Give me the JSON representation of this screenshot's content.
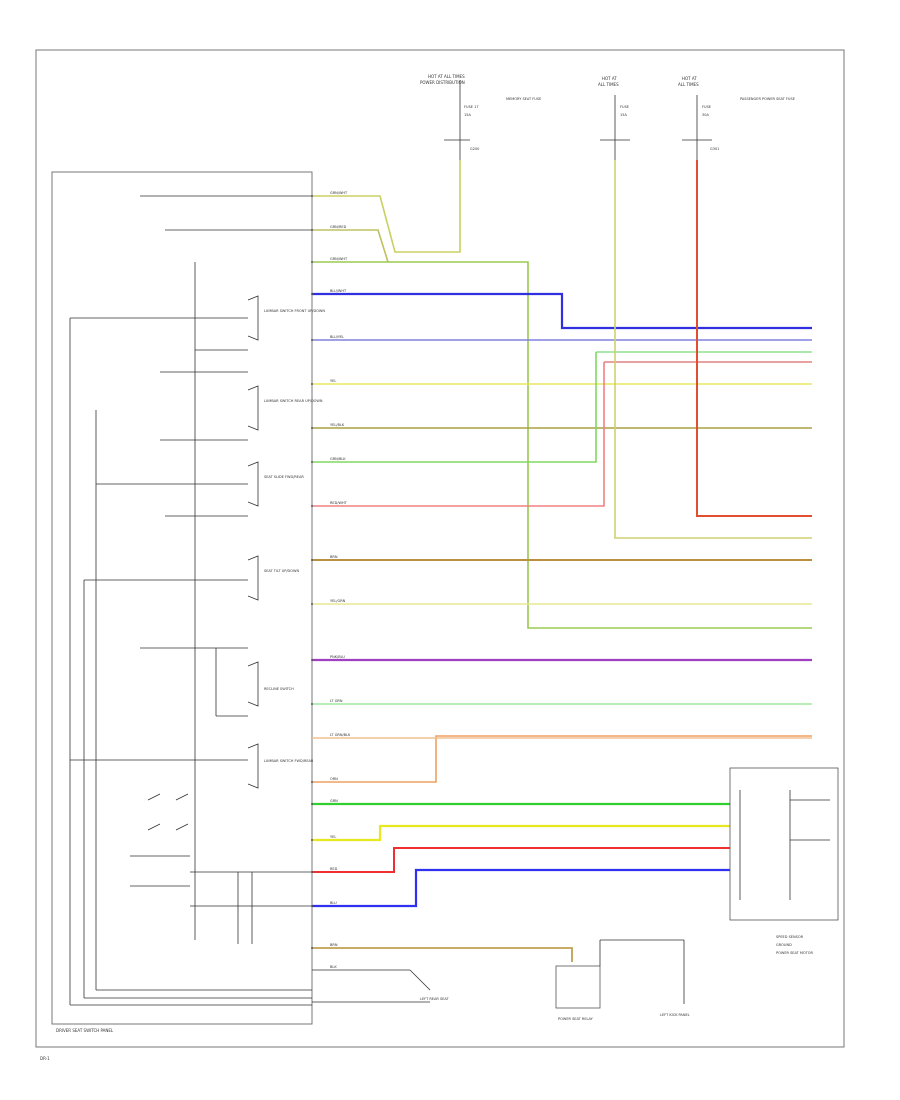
{
  "diagram": {
    "footer_label": "DRIVER SEAT SWITCH PANEL",
    "page_id": "DR-1",
    "fuse_left": {
      "title_line1": "HOT AT ALL TIMES",
      "title_line2": "POWER DISTRIBUTION",
      "fuse": "FUSE 17",
      "amp": "15A",
      "desc": "MEMORY SEAT FUSE"
    },
    "fuse_mid": {
      "title": "HOT AT",
      "sub": "ALL TIMES",
      "fuse": "FUSE",
      "amp": "15A"
    },
    "fuse_right": {
      "title": "HOT AT",
      "sub": "ALL TIMES",
      "fuse": "FUSE",
      "amp": "30A",
      "desc": "PASSENGER POWER SEAT FUSE"
    },
    "ground_left": "G200",
    "ground_right": "G301",
    "switch_labels": [
      "LUMBAR SWITCH FRONT UP/DOWN",
      "LUMBAR SWITCH REAR UP/DOWN",
      "SEAT SLIDE FWD/REAR",
      "SEAT TILT UP/DOWN",
      "RECLINE SWITCH",
      "LUMBAR SWITCH FWD/REAR"
    ],
    "wire_labels": [
      "GRN/WHT",
      "GRN/RED",
      "GRN/WHT",
      "BLU/WHT",
      "BLU/YEL",
      "YEL",
      "YEL/BLK",
      "GRN/BLK",
      "RED/WHT",
      "BRN",
      "YEL/GRN",
      "PNK/BLU",
      "LT GRN",
      "LT GRN/BLK",
      "ORN",
      "GRN",
      "YEL",
      "RED",
      "BLU",
      "BRN",
      "BLK"
    ],
    "right_labels": [
      "SPEED SENSOR",
      "GROUND",
      "POWER SEAT MOTOR"
    ],
    "bottom_labels": [
      "POWER SEAT RELAY",
      "LEFT KICK PANEL",
      "LEFT REAR SEAT"
    ]
  }
}
